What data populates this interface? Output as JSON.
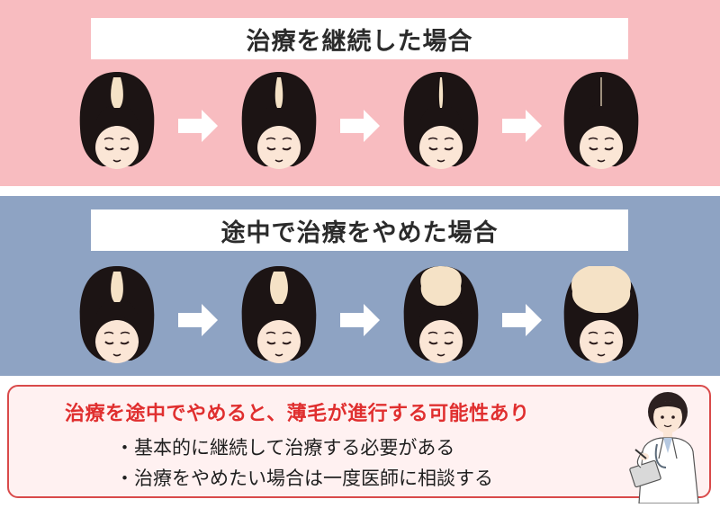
{
  "top_panel": {
    "title": "治療を継続した場合",
    "bg_color": "#f8bcc0",
    "sequence": [
      "thinning-part",
      "thinner-part",
      "thin-part",
      "hairline-part"
    ]
  },
  "bottom_panel": {
    "title": "途中で治療をやめた場合",
    "bg_color": "#8ea3c3",
    "sequence": [
      "thinning-part",
      "wider-part",
      "crown-bald",
      "large-crown-bald"
    ]
  },
  "note": {
    "headline": "治療を途中でやめると、薄毛が進行する可能性あり",
    "items": [
      "・基本的に継続して治療する必要がある",
      "・治療をやめたい場合は一度医師に相談する"
    ],
    "headline_color": "#e02f2f",
    "border_color": "#d94a4a"
  }
}
